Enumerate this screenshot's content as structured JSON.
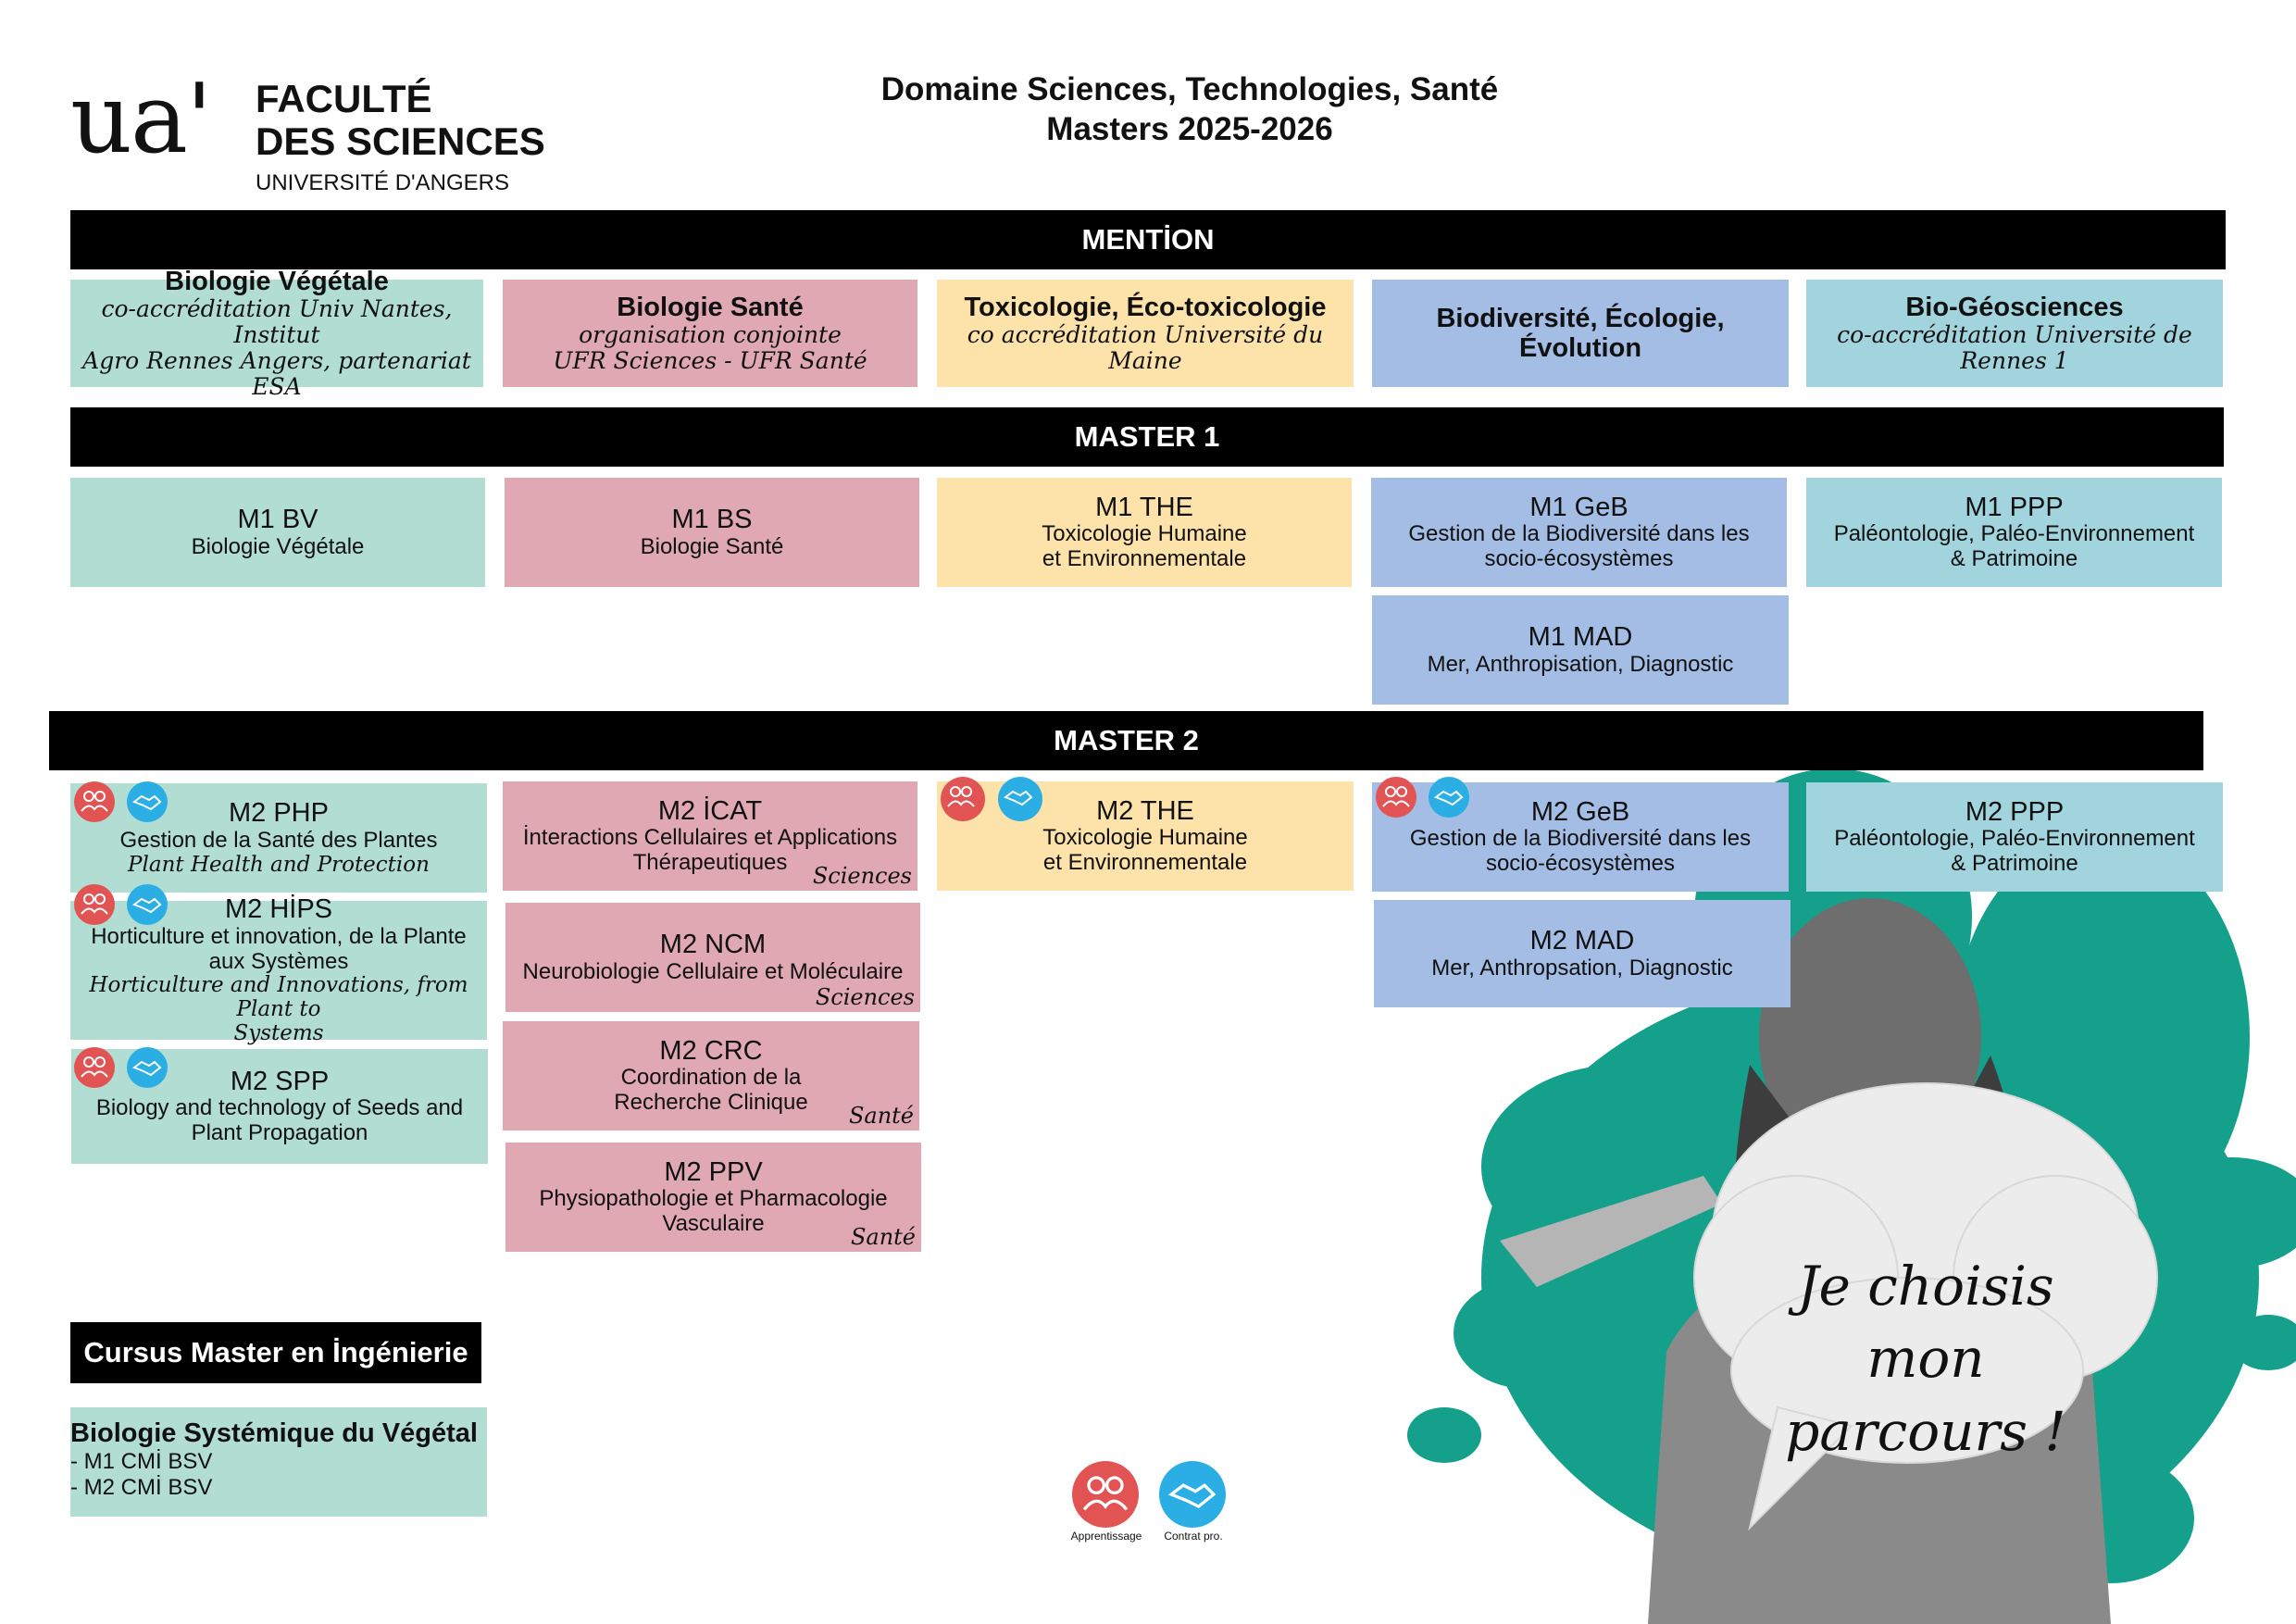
{
  "logo": {
    "mark": "ua'",
    "line1": "FACULTÉ",
    "line2": "DES SCIENCES",
    "line3": "UNIVERSITÉ D'ANGERS"
  },
  "header": {
    "line1": "Domaine Sciences, Technologies, Santé",
    "line2": "Masters 2025-2026"
  },
  "sections": {
    "mention": "MENTİON",
    "master1": "MASTER 1",
    "master2": "MASTER 2",
    "cmi": "Cursus Master en İngénierie"
  },
  "mentions": [
    {
      "title": "Biologie Végétale",
      "note1": "co-accréditation Univ Nantes, Institut",
      "note2": "Agro Rennes Angers, partenariat ESA",
      "color": "#b1ddd3"
    },
    {
      "title": "Biologie Santé",
      "note1": "organisation conjointe",
      "note2": "UFR Sciences - UFR Santé",
      "color": "#e0a8b3"
    },
    {
      "title": "Toxicologie, Éco-toxicologie",
      "note1": "co accréditation Université du Maine",
      "color": "#fde3a9"
    },
    {
      "title": "Biodiversité, Écologie, Évolution",
      "color": "#a3bde5"
    },
    {
      "title": "Bio-Géosciences",
      "note1": "co-accréditation Université de Rennes 1",
      "color": "#a2d4de"
    }
  ],
  "m1": [
    {
      "code": "M1 BV",
      "l1": "Biologie Végétale"
    },
    {
      "code": "M1 BS",
      "l1": "Biologie Santé"
    },
    {
      "code": "M1 THE",
      "l1": "Toxicologie Humaine",
      "l2": "et Environnementale"
    },
    {
      "code": "M1 GeB",
      "l1": "Gestion de la Biodiversité dans les",
      "l2": "socio-écosystèmes"
    },
    {
      "code": "M1 PPP",
      "l1": "Paléontologie, Paléo-Environnement",
      "l2": "& Patrimoine"
    },
    {
      "code": "M1 MAD",
      "l1": "Mer, Anthropisation, Diagnostic"
    }
  ],
  "m2": {
    "php": {
      "code": "M2 PHP",
      "l1": "Gestion de la Santé des Plantes",
      "i1": "Plant Health and Protection"
    },
    "hips": {
      "code": "M2 HİPS",
      "l1": "Horticulture et innovation, de la Plante",
      "l2": "aux Systèmes",
      "i1": "Horticulture and Innovations, from Plant to",
      "i2": "Systems"
    },
    "spp": {
      "code": "M2 SPP",
      "l1": "Biology and technology of Seeds and",
      "l2": "Plant Propagation"
    },
    "icat": {
      "code": "M2 İCAT",
      "l1": "İnteractions Cellulaires et Applications",
      "l2": "Thérapeutiques",
      "tag": "Sciences"
    },
    "ncm": {
      "code": "M2 NCM",
      "l1": "Neurobiologie Cellulaire et Moléculaire",
      "tag": "Sciences"
    },
    "crc": {
      "code": "M2 CRC",
      "l1": "Coordination de la",
      "l2": "Recherche Clinique",
      "tag": "Santé"
    },
    "ppv": {
      "code": "M2 PPV",
      "l1": "Physiopathologie et Pharmacologie",
      "l2": "Vasculaire",
      "tag": "Santé"
    },
    "the": {
      "code": "M2 THE",
      "l1": "Toxicologie Humaine",
      "l2": "et Environnementale"
    },
    "geb": {
      "code": "M2 GeB",
      "l1": "Gestion de la Biodiversité dans les",
      "l2": "socio-écosystèmes"
    },
    "mad": {
      "code": "M2 MAD",
      "l1": "Mer, Anthropsation, Diagnostic"
    },
    "ppp": {
      "code": "M2 PPP",
      "l1": "Paléontologie, Paléo-Environnement",
      "l2": "& Patrimoine"
    }
  },
  "cmi": {
    "title": "Biologie Systémique du Végétal",
    "l1": "- M1 CMİ BSV",
    "l2": "- M2 CMİ BSV"
  },
  "legend": {
    "apprentissage": "Apprentissage",
    "contrat": "Contrat pro."
  },
  "speech": {
    "line1": "Je choisis mon",
    "line2": "parcours !"
  },
  "icons": {
    "apprentissage": "people-icon",
    "contrat": "handshake-icon"
  }
}
